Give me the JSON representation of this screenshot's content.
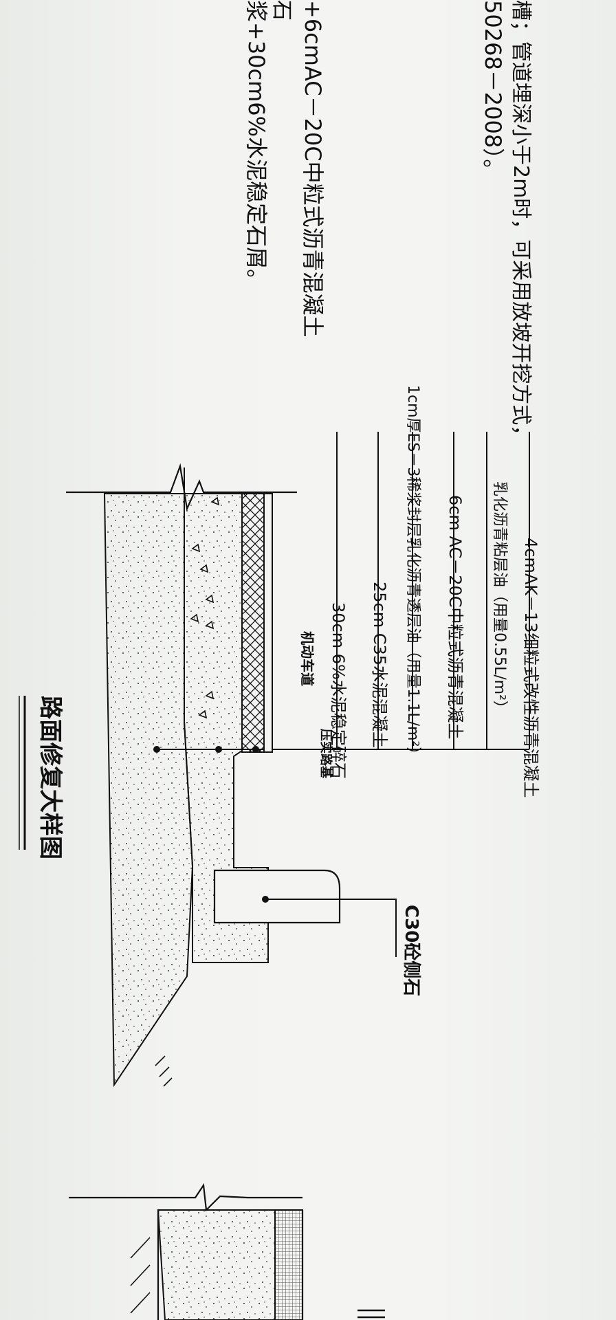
{
  "notes": {
    "line1": "槽；管道埋深小于2m时，可采用放坡开挖方式，",
    "line2": "50268－2008）。",
    "line3": "+6cmAC－20C中粒式沥青混凝土",
    "line4": "石",
    "line5": "浆+30cm6%水泥稳定石屑。"
  },
  "layers": {
    "l1": "4cmAK－13细粒式改性沥青混凝土",
    "l2": "乳化沥青粘层油（用量0.55L/m²）",
    "l3": "6cm AC－20C中粒式沥青混凝土",
    "l4": "1cm厚ES－3稀浆封层乳化沥青透层油（用量1.1L/m²）",
    "l5": "25cm C35水泥混凝土",
    "l6": "30cm 6%水泥稳定碎石"
  },
  "labels": {
    "lane": "机动车道",
    "subgrade": "压实路基",
    "curb": "C30砼侧石"
  },
  "title": "路面修复大样图"
}
